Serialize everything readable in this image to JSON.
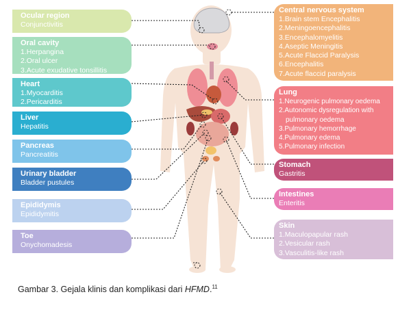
{
  "colors": {
    "ocular": "#d9e8ad",
    "oral": "#a6dfbe",
    "heart": "#5ec8cc",
    "liver": "#2aaed0",
    "pancreas": "#7fc4ea",
    "urinary": "#3f7fc0",
    "epididymis": "#bcd2ef",
    "toe": "#b6aedc",
    "cns": "#f2b47a",
    "lung": "#f27e86",
    "stomach": "#c0527a",
    "intestines": "#ea7db6",
    "skin": "#d8bfd8"
  },
  "left_boxes": [
    {
      "key": "ocular",
      "title": "Ocular region",
      "lines": [
        "Conjunctivitis"
      ]
    },
    {
      "key": "oral",
      "title": "Oral cavity",
      "lines": [
        "1.Herpangina",
        "2.Oral ulcer",
        "3.Acute exudative tonsillitis"
      ]
    },
    {
      "key": "heart",
      "title": "Heart",
      "lines": [
        "1.Myocarditis",
        "2.Pericarditis"
      ]
    },
    {
      "key": "liver",
      "title": "Liver",
      "lines": [
        "Hepatitis"
      ]
    },
    {
      "key": "pancreas",
      "title": "Pancreas",
      "lines": [
        "Pancreatitis"
      ]
    },
    {
      "key": "urinary",
      "title": "Urinary bladder",
      "lines": [
        "Bladder pustules"
      ]
    },
    {
      "key": "epididymis",
      "title": "Epididymis",
      "lines": [
        "Epididymitis"
      ]
    },
    {
      "key": "toe",
      "title": "Toe",
      "lines": [
        "Onychomadesis"
      ]
    }
  ],
  "right_boxes": [
    {
      "key": "cns",
      "title": "Central nervous system",
      "lines": [
        "1.Brain stem Encephalitis",
        "2.Meningoencephalitis",
        "3.Encephalomyelitis",
        "4.Aseptic Meningitis",
        "5.Acute Flaccid Paralysis",
        "6.Encephalitis",
        "7.Acute flaccid paralysis"
      ]
    },
    {
      "key": "lung",
      "title": "Lung",
      "lines": [
        "1.Neurogenic pulmonary oedema",
        "2.Autonomic dysregulation with",
        "   pulmonary oedema",
        "3.Pulmonary hemorrhage",
        "4.Pulmonary edema",
        "5.Pulmonary infection"
      ]
    },
    {
      "key": "stomach",
      "title": "Stomach",
      "lines": [
        "Gastritis"
      ]
    },
    {
      "key": "intestines",
      "title": "Intestines",
      "lines": [
        "Enteritis"
      ]
    },
    {
      "key": "skin",
      "title": "Skin",
      "lines": [
        "1.Maculopapular rash",
        "2.Vesicular rash",
        "3.Vasculitis-like rash"
      ]
    }
  ],
  "caption": {
    "prefix": "Gambar 3. Gejala klinis dan komplikasi dari ",
    "italic": "HFMD",
    "suffix": ".",
    "sup": "11"
  }
}
